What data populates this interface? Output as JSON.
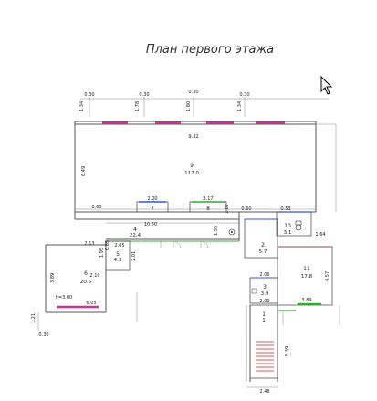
{
  "title": "План первого этажа",
  "cursor_icon": "arrow-cursor-icon",
  "colors": {
    "window_pink": "#cc3399",
    "window_green": "#33aa33",
    "wall_blue": "#3355cc",
    "wall_red": "#cc2222",
    "line_green": "#66bb66"
  },
  "top_dims": {
    "d1": "0.30",
    "d2": "0.30",
    "d3": "0.30",
    "d4": "0.30"
  },
  "top_side_dims": {
    "s1": "1.34",
    "s2": "1.78",
    "s3": "1.80",
    "s4": "1.34"
  },
  "hall_width": "9.32",
  "left_height": "6.49",
  "room_9": {
    "num": "9",
    "area": "117.0"
  },
  "mid_dims": {
    "a": "2.00",
    "b": "3.17",
    "c": "0.60",
    "d": "1.87",
    "e": "0.60",
    "f": "0.53"
  },
  "room_7": {
    "num": "7"
  },
  "room_8": {
    "num": "8"
  },
  "room_10": {
    "num": "10",
    "area": "3.1"
  },
  "room_4": {
    "num": "4",
    "area": "22.4",
    "len": "10.50"
  },
  "side_1": {
    "a": "1.64",
    "b": "1.55"
  },
  "room_5": {
    "num": "5",
    "area": "4.3",
    "w": "2.05",
    "h": "2.01"
  },
  "left_dims": {
    "a": "2.13",
    "b": "1.95",
    "c": "0.85",
    "d": "2.10"
  },
  "room_6": {
    "num": "6",
    "area": "20.5",
    "h": "3.89",
    "w": "6.05",
    "note": "h=3.00"
  },
  "bottom_left": {
    "a": "1.21",
    "b": "0.30"
  },
  "room_2": {
    "num": "2",
    "area": "5.7"
  },
  "room_11": {
    "num": "11",
    "area": "17.8",
    "h": "4.57",
    "w": "3.89"
  },
  "room_3": {
    "num": "3",
    "area": "3.9",
    "w1": "2.06",
    "w2": "2.09"
  },
  "room_1": {
    "num": "1",
    "area": "1"
  },
  "stair_dims": {
    "h": "5.39",
    "w": "2.48"
  }
}
